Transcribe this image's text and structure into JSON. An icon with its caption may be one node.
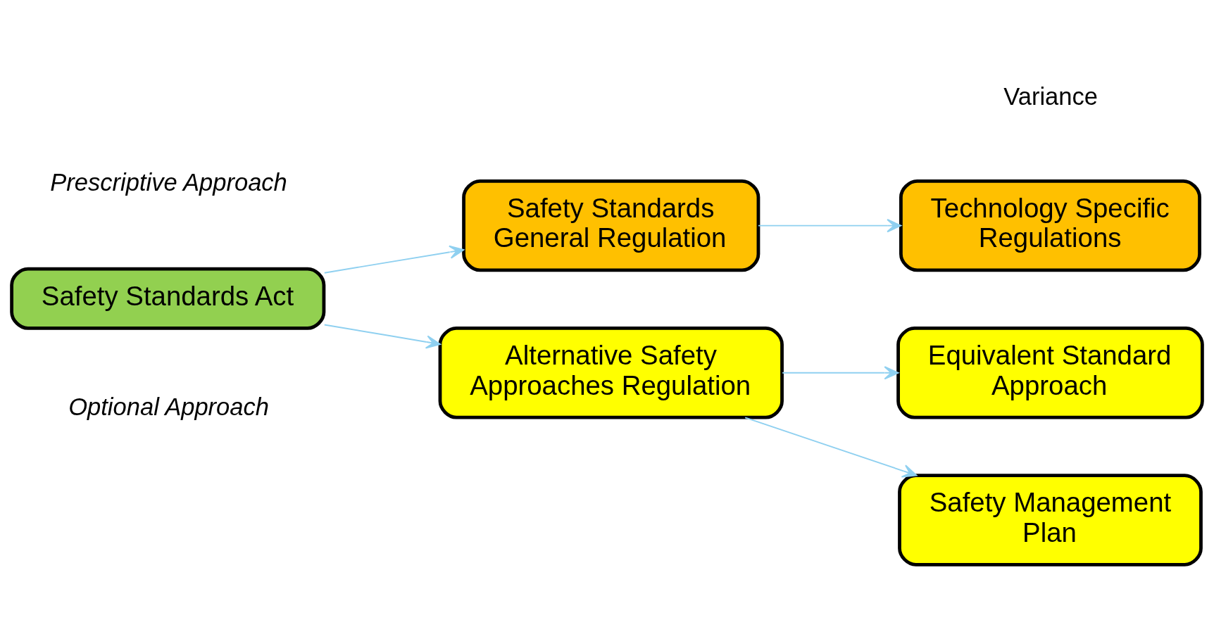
{
  "diagram": {
    "nodes": [
      {
        "text": [
          "Safety Standards Act"
        ]
      },
      {
        "text": [
          "Safety Standards General Regulation"
        ]
      },
      {
        "text": [
          "Technology Specific Regulations"
        ]
      },
      {
        "text": [
          "Alternative Safety Approaches Regulation"
        ]
      },
      {
        "text": [
          "Equivalent Standard Approach"
        ]
      },
      {
        "text": [
          "Safety Management Plan"
        ]
      }
    ],
    "edges": [
      {
        "from": 0,
        "to": 1,
        "arrow": "to"
      },
      {
        "from": 1,
        "to": 2,
        "arrow": "to"
      },
      {
        "from": 0,
        "to": 3,
        "arrow": "to"
      },
      {
        "from": 3,
        "to": 4,
        "arrow": "to"
      },
      {
        "from": 3,
        "to": 5,
        "arrow": "to"
      }
    ],
    "labels": [
      "Variance",
      "Prescriptive Approach",
      "Optional Approach"
    ]
  }
}
